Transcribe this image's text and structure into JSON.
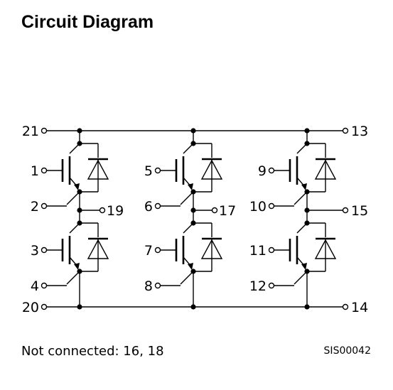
{
  "title": "Circuit Diagram",
  "terminals": {
    "t1": "1",
    "t2": "2",
    "t3": "3",
    "t4": "4",
    "t5": "5",
    "t6": "6",
    "t7": "7",
    "t8": "8",
    "t9": "9",
    "t10": "10",
    "t11": "11",
    "t12": "12",
    "t13": "13",
    "t14": "14",
    "t15": "15",
    "t17": "17",
    "t19": "19",
    "t20": "20",
    "t21": "21"
  },
  "note": "Not connected: 16, 18",
  "drawing_code": "SIS00042"
}
